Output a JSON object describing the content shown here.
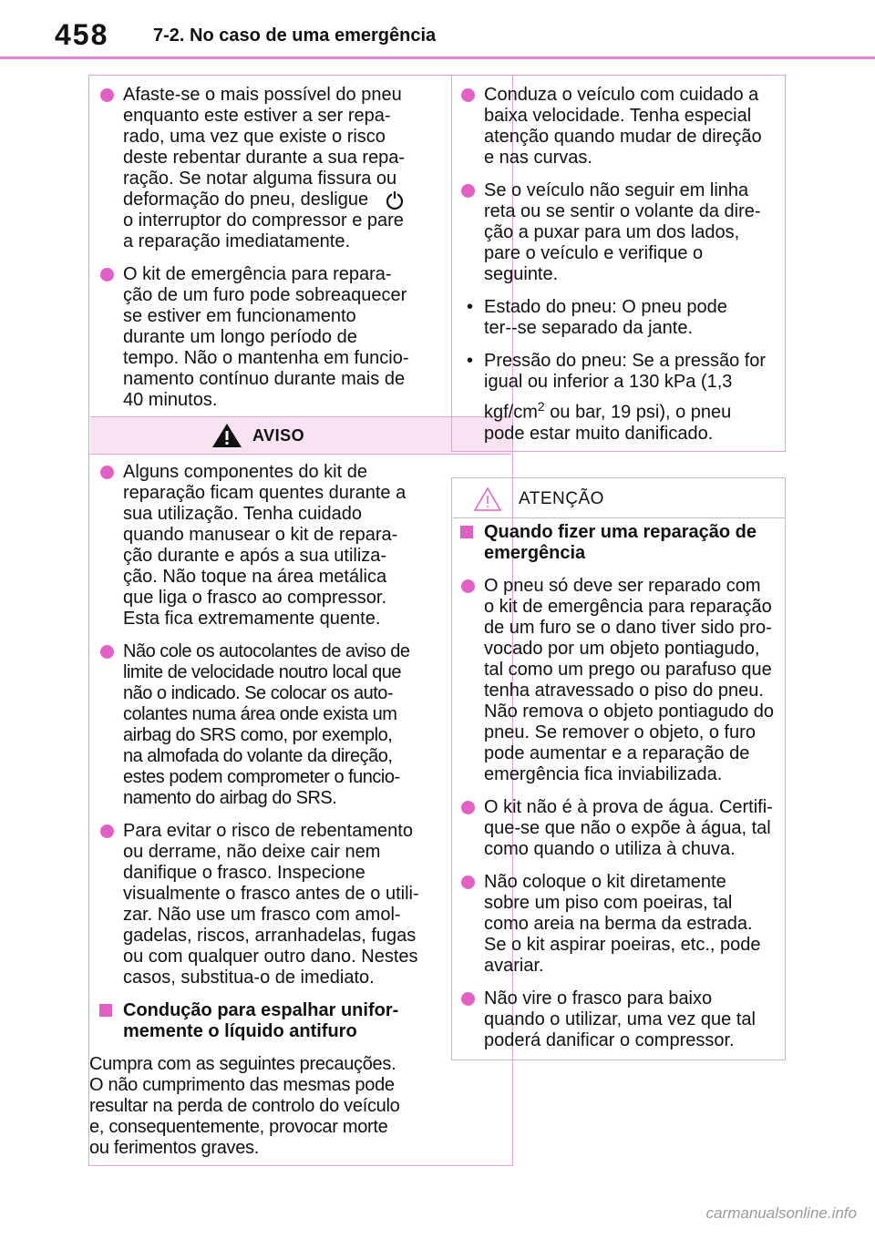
{
  "header": {
    "page_number": "458",
    "section_title": "7-2. No caso de uma emergência"
  },
  "left_box": {
    "items_top": [
      {
        "lines": [
          "Afaste-se o mais possível do pneu",
          "enquanto este estiver a ser repa-",
          "rado, uma vez que existe o risco",
          "deste rebentar durante a sua repa-",
          "ração. Se notar alguma fissura ou"
        ],
        "icon_line_text": "deformação do pneu, desligue",
        "icon_name": "power-switch-icon",
        "lines_after": [
          "o interruptor do compressor e pare",
          "a reparação imediatamente."
        ]
      },
      {
        "lines": [
          "O kit de emergência para repara-",
          "ção de um furo pode sobreaquecer",
          "se estiver em funcionamento",
          "durante um longo período de",
          "tempo. Não o mantenha em funcio-",
          "namento contínuo durante mais de",
          "40 minutos."
        ]
      }
    ],
    "aviso_label": "AVISO",
    "items_bottom": [
      {
        "lines": [
          "Alguns componentes do kit de",
          "reparação ficam quentes durante a",
          "sua utilização. Tenha cuidado",
          "quando manusear o kit de repara-",
          "ção durante e após a sua utiliza-",
          "ção. Não toque na área metálica",
          "que liga o frasco ao compressor.",
          "Esta fica extremamente quente."
        ]
      },
      {
        "lines": [
          "Não cole os autocolantes de aviso de",
          "limite de velocidade noutro local que",
          "não o indicado. Se colocar os auto-",
          "colantes numa área onde exista um",
          "airbag do SRS como, por exemplo,",
          "na almofada do volante da direção,",
          "estes podem comprometer o funcio-",
          "namento do airbag do SRS."
        ]
      },
      {
        "lines": [
          "Para evitar o risco de rebentamento",
          "ou derrame, não deixe cair nem",
          "danifique o frasco. Inspecione",
          "visualmente o frasco antes de o utili-",
          "zar. Não use um frasco com amol-",
          "gadelas, riscos, arranhadelas, fugas",
          "ou com qualquer outro dano. Nestes",
          "casos, substitua-o de imediato."
        ]
      }
    ],
    "heading": [
      "Condução para espalhar unifor-",
      "memente o líquido antifuro"
    ],
    "paragraph": [
      "Cumpra com as seguintes precauções.",
      "O não cumprimento das mesmas pode",
      "resultar na perda de controlo do veículo",
      "e, consequentemente, provocar morte",
      "ou ferimentos graves."
    ]
  },
  "right_box_top": {
    "items": [
      {
        "lines": [
          "Conduza o veículo com cuidado a",
          "baixa velocidade. Tenha especial",
          "atenção quando mudar de direção",
          "e nas curvas."
        ]
      },
      {
        "lines": [
          "Se o veículo não seguir em linha",
          "reta ou se sentir o volante da dire-",
          "ção a puxar para um dos lados,",
          "pare o veículo e verifique o",
          "seguinte."
        ]
      }
    ],
    "sub_items": [
      {
        "bullet": "•",
        "lines": [
          "Estado do pneu: O pneu pode",
          "ter--se separado da jante."
        ]
      },
      {
        "bullet": "•",
        "lines": [
          "Pressão do pneu: Se a pressão for",
          "igual ou inferior a 130 kPa (1,3"
        ],
        "unit_base": "kgf/cm",
        "unit_sup": "2",
        "unit_rest": " ou bar, 19 psi), o pneu",
        "last_line": "pode estar muito danificado."
      }
    ]
  },
  "right_box_bottom": {
    "atencao_label": "ATENÇÃO",
    "heading": [
      "Quando fizer uma reparação de",
      "emergência"
    ],
    "items": [
      {
        "lines": [
          "O pneu só deve ser reparado com",
          "o kit de emergência para reparação",
          "de um furo se o dano tiver sido pro-",
          "vocado por um objeto pontiagudo,",
          "tal como um prego ou parafuso que",
          "tenha atravessado o piso do pneu.",
          "Não remova o objeto pontiagudo do",
          "pneu. Se remover o objeto, o furo",
          "pode aumentar e a reparação de",
          "emergência fica inviabilizada."
        ]
      },
      {
        "lines": [
          "O kit não é à prova de água. Certifi-",
          "que-se que não o expõe à água, tal",
          "como quando o utiliza à chuva."
        ]
      },
      {
        "lines": [
          "Não coloque o kit diretamente",
          "sobre um piso com poeiras, tal",
          "como areia na berma da estrada.",
          "Se o kit aspirar poeiras, etc., pode",
          "avariar."
        ]
      },
      {
        "lines": [
          "Não vire o frasco para baixo",
          "quando o utilizar, uma vez que tal",
          "poderá danificar o compressor."
        ]
      }
    ]
  },
  "watermark": "carmanualsonline.info",
  "colors": {
    "accent": "#e060c4",
    "rule": "#e77fd2",
    "aviso_bg": "#f7e3f2"
  }
}
